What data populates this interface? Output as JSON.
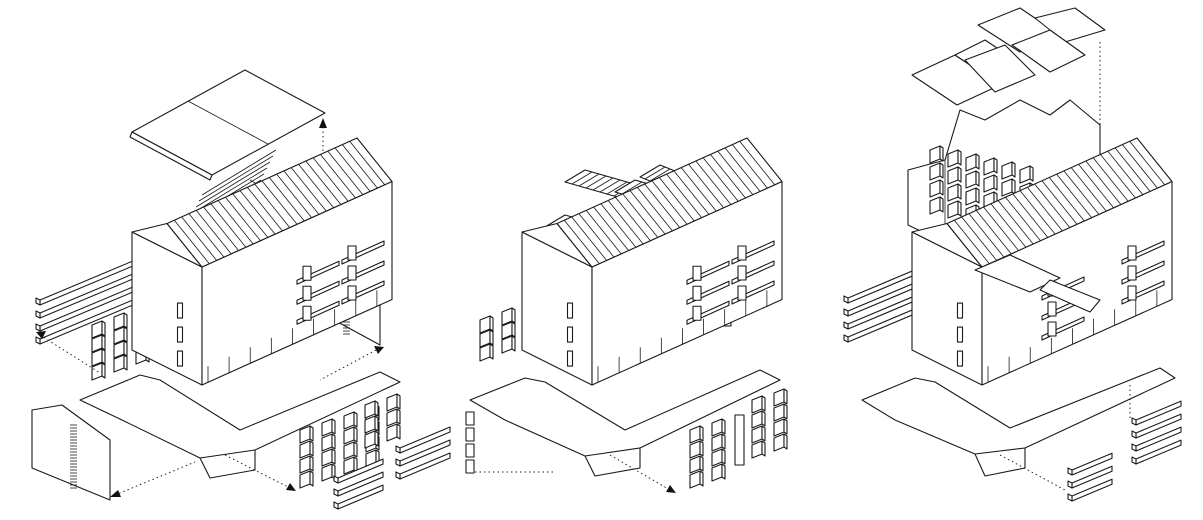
{
  "diagram": {
    "type": "exploded-axonometric",
    "panels": [
      {
        "id": "variant-1",
        "components": [
          "gable-roof-plate",
          "roof-rafters",
          "balcony-rails-left",
          "window-grid-left",
          "gable-wall-right",
          "base-building",
          "gable-wall-left",
          "window-grid-front",
          "balcony-rails-front",
          "balcony-rails-right"
        ]
      },
      {
        "id": "variant-2",
        "components": [
          "dormer-roof-modules",
          "window-column",
          "window-grid-left",
          "base-building",
          "window-column-left",
          "window-grid-front"
        ]
      },
      {
        "id": "variant-3",
        "components": [
          "folded-roof-plates",
          "upper-storey-walls",
          "balcony-rails-left",
          "base-building-extended",
          "balcony-rails-front",
          "balcony-rails-right"
        ]
      }
    ]
  },
  "colors": {
    "line": "#1a1a1a",
    "fill": "#ffffff",
    "guide": "#222222"
  }
}
